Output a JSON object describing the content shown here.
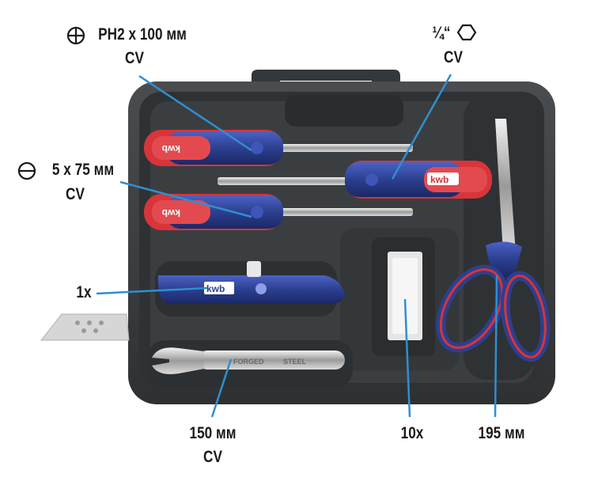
{
  "labels": {
    "phillips": {
      "line1": "PH2 x 100 мм",
      "line2": "CV"
    },
    "hex": {
      "line1": "¼“",
      "line2": "CV"
    },
    "slotted": {
      "line1": "5 x 75 мм",
      "line2": "CV"
    },
    "knife": {
      "line1": "1x"
    },
    "wrench": {
      "line1": "150 мм",
      "line2": "CV"
    },
    "blades": {
      "line1": "10x"
    },
    "scissors": {
      "line1": "195 мм"
    }
  },
  "brand": {
    "name": "kwb",
    "wrench_text_1": "FORGED",
    "wrench_text_2": "STEEL"
  },
  "colors": {
    "case": "#3c3f41",
    "case_dark": "#2b2d2f",
    "handle_blue": "#2c3f8f",
    "handle_red": "#d8343a",
    "leader": "#2f8fd0",
    "text": "#1a1a1a"
  },
  "icons": {
    "phillips": "plus-circle-icon",
    "slotted": "minus-circle-icon",
    "hex": "hexagon-icon"
  }
}
